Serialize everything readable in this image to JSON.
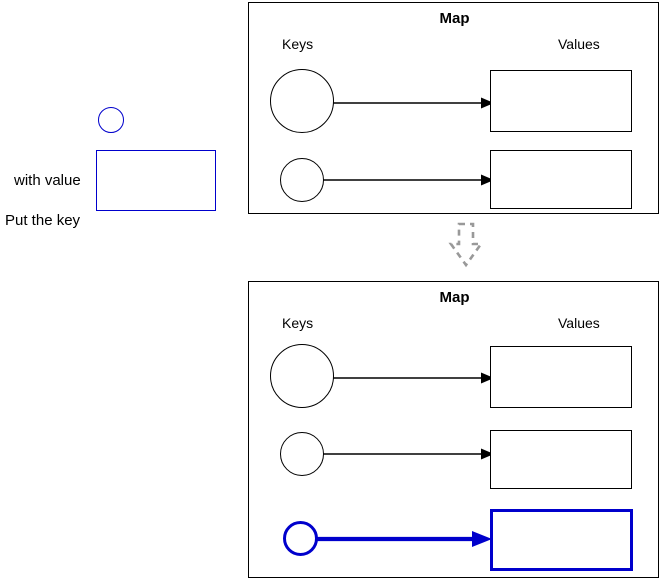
{
  "diagram": {
    "title_text": "Map",
    "instruction": {
      "put_key_label": "Put the key",
      "with_value_label": "with value",
      "key_shape": "blue-circle-outline",
      "value_shape": "blue-rectangle-outline"
    },
    "columns": {
      "keys_label": "Keys",
      "values_label": "Values"
    },
    "transition": {
      "icon": "dashed-down-arrow",
      "color": "#999999"
    },
    "colors": {
      "stroke_black": "#000000",
      "accent_blue": "#0000cc",
      "dashed_gray": "#999999",
      "background": "#ffffff"
    },
    "before": {
      "title": "Map",
      "keys_label": "Keys",
      "values_label": "Values",
      "entries": [
        {
          "key_size": "large",
          "key_color": "#000000",
          "arrow_color": "#000000",
          "value_color": "#000000",
          "highlighted": "false"
        },
        {
          "key_size": "medium",
          "key_color": "#000000",
          "arrow_color": "#000000",
          "value_color": "#000000",
          "highlighted": "false"
        }
      ]
    },
    "after": {
      "title": "Map",
      "keys_label": "Keys",
      "values_label": "Values",
      "entries": [
        {
          "key_size": "large",
          "key_color": "#000000",
          "arrow_color": "#000000",
          "value_color": "#000000",
          "highlighted": "false"
        },
        {
          "key_size": "medium",
          "key_color": "#000000",
          "arrow_color": "#000000",
          "value_color": "#000000",
          "highlighted": "false"
        },
        {
          "key_size": "small",
          "key_color": "#0000cc",
          "arrow_color": "#0000cc",
          "value_color": "#0000cc",
          "highlighted": "true"
        }
      ]
    }
  }
}
